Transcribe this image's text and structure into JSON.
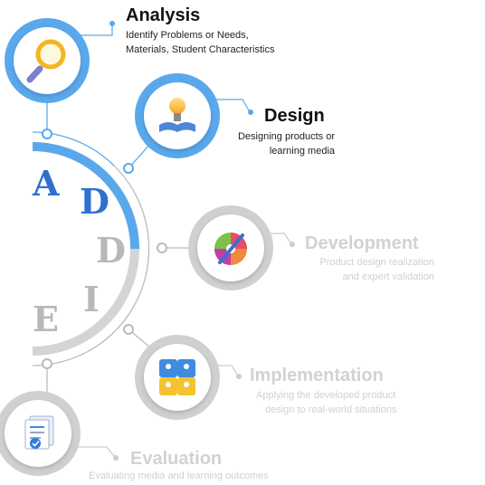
{
  "diagram": {
    "letters": [
      "A",
      "D",
      "D",
      "I",
      "E"
    ],
    "stages": [
      {
        "title": "Analysis",
        "description": [
          "Identify Problems or Needs,",
          "Materials, Student Characteristics"
        ],
        "icon": "magnifying-glass-icon",
        "active": true,
        "accent": "#5aa8ec"
      },
      {
        "title": "Design",
        "description": [
          "Designing products or",
          "learning media"
        ],
        "icon": "lightbulb-book-icon",
        "active": true,
        "accent": "#5aa8ec"
      },
      {
        "title": "Development",
        "description": [
          "Product design realization",
          "and expert validation"
        ],
        "icon": "paint-palette-icon",
        "active": false,
        "accent": "#c8c8c8"
      },
      {
        "title": "Implementation",
        "description": [
          "Applying the developed product",
          "design to real-world situations"
        ],
        "icon": "puzzle-people-icon",
        "active": false,
        "accent": "#c8c8c8"
      },
      {
        "title": "Evaluation",
        "description": [
          "Evaluating media and learning outcomes"
        ],
        "icon": "checklist-document-icon",
        "active": false,
        "accent": "#c8c8c8"
      }
    ],
    "colors": {
      "blue": "#5aa8ec",
      "letter_blue": "#2f6fd0",
      "grey": "#c4c4c4",
      "letter_grey": "#b8b8b8"
    }
  }
}
